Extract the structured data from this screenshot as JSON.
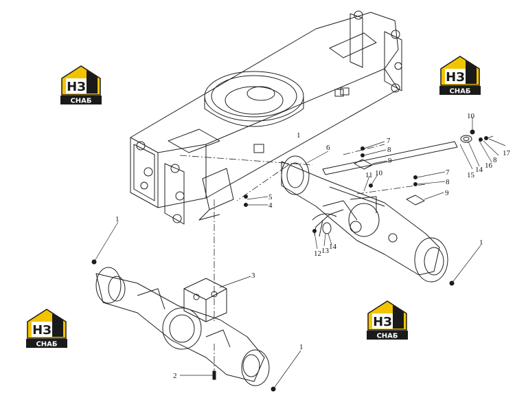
{
  "brand": {
    "logo_top": "НЗ",
    "logo_bottom": "СНАБ",
    "colors": {
      "yellow": "#f2c400",
      "dark": "#1a1a1a",
      "white": "#ffffff"
    }
  },
  "callouts": {
    "c1a": "1",
    "c1b": "1",
    "c1c": "1",
    "c1d": "1",
    "c2": "2",
    "c3": "3",
    "c4": "4",
    "c5": "5",
    "c6": "6",
    "c7a": "7",
    "c7b": "7",
    "c8a": "8",
    "c8b": "8",
    "c8c": "8",
    "c9a": "9",
    "c9b": "9",
    "c10a": "10",
    "c10b": "10",
    "c11": "11",
    "c12": "12",
    "c13": "13",
    "c14a": "14",
    "c14b": "14",
    "c15": "15",
    "c16": "16",
    "c17": "17"
  },
  "line_color": "#1c1c1c"
}
